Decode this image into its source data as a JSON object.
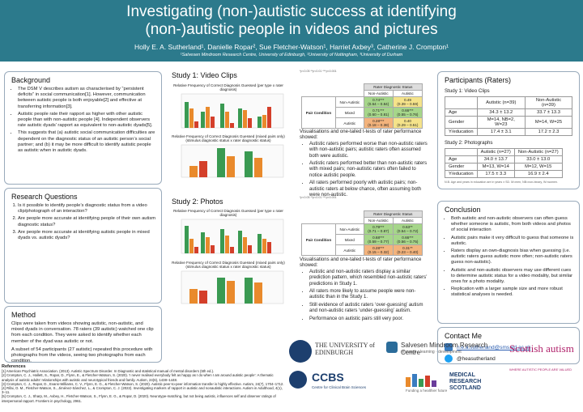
{
  "header": {
    "title_line1": "Investigating (non-)autistic success at identifying",
    "title_line2": "(non-)autistic people in videos and pictures",
    "authors": "Holly E. A. Sutherland¹, Danielle Ropar², Sue Fletcher-Watson¹, Harriet Axbey³, Catherine J. Crompton¹",
    "affiliations": "¹Salvesen Mindroom Research Centre, University of Edinburgh, ²University of Nottingham, ³University of Durham"
  },
  "background": {
    "title": "Background",
    "bullets": [
      "The DSM V describes autism as characterised by “persistent deficits” in social communication[1]. However, communication between autistic people is both enjoyable[2] and effective at transferring information[3].",
      "Autistic people rate their rapport as higher with other autistic people than with non-autistic people [4]. Independent observers rate autistic dyads’ rapport as equivalent to non-autistic dyads[5].",
      "This suggests that (a) autistic social communication difficulties are dependent on the diagnostic status of an autistic person’s social partner; and (b) it may be more difficult to identify autistic people as autistic when in autistic dyads."
    ]
  },
  "research_questions": {
    "title": "Research Questions",
    "items": [
      "Is it possible to identify people’s diagnostic status from a video clip/photograph of an interaction?",
      "Are people more accurate at identifying people of their own autism diagnostic status?",
      "Are people more accurate at identifying autistic people in mixed dyads vs. autistic dyads?"
    ]
  },
  "method": {
    "title": "Method",
    "paragraphs": [
      "Clips were taken from videos showing autistic, non-autistic, and mixed dyads in conversation. 78 raters (39 autistic) watched one clip from each condition. They were asked to identify whether each member of the dyad was autistic or not.",
      "A subset of 54 participants (27 autistic) repeated this procedure with photographs from the videos, seeing two photographs from each condition."
    ]
  },
  "references": {
    "title": "References",
    "items": [
      "[1] American Psychiatric Association. (2013). Autistic Spectrum Disorder. In Diagnostic and statistical manual of mental disorders (5th ed.).",
      "[2] Crompton, C. J., Hallett, S., Ropar, D., Flynn, E., & Fletcher-Watson, S. (2020). ‘I never realised everybody felt as happy as I do when I am around autistic people’: A thematic analysis of autistic adults’ relationships with autistic and neurotypical friends and family. Autism, 24(6), 1438–1448.",
      "[3] Crompton, C. J., Ropar, D., Evans-Williams, C. V., Flynn, E. G., & Fletcher-Watson, S. (2020). Autistic peer-to-peer information transfer is highly effective. Autism, 24(7), 1704–1712.",
      "[4] Rifai, O. M., Fletcher-Watson, S., Jiménez-Sánchez, L., & Crompton, C. J. (2022). Investigating markers of rapport in autistic and nonautistic interactions. Autism in Adulthood, 4(1), 3–11.",
      "[5] Crompton, C. J., Sharp, M., Axbey, H., Fletcher-Watson, S., Flynn, E. G., & Ropar, D. (2020). Neurotype-matching, but not being autistic, influences self and observer ratings of interpersonal rapport. Frontiers in psychology, 2961."
    ]
  },
  "study1": {
    "title": "Study 1: Video Clips",
    "chart1_title": "Relative Frequency of Correct Diagnosis Guessed (per type x rater diagnosis)",
    "chart2_title": "Relative Frequency of Correct Diagnosis Guessed (mixed pairs only) (stimulus diagnostic status x rater diagnostic status)",
    "note": "*p<0.05 **p<0.01 ***p<0.001",
    "table_header": "Rater Diagnostic Status",
    "table_cols": [
      "Non-Autistic",
      "Autistic"
    ],
    "table_group": "Pair Condition",
    "table_rows": [
      {
        "label": "Non-Autistic",
        "c1": "0.74***",
        "c1b": "(0.64 – 0.84)",
        "c2": "0.49",
        "c2b": "(0.39 – 0.59)"
      },
      {
        "label": "Mixed",
        "c1": "0.71***",
        "c1b": "(0.60 – 0.81)",
        "c2": "0.66***",
        "c2b": "(0.55 – 0.76)"
      },
      {
        "label": "Autistic",
        "c1": "0.28***",
        "c1b": "(0.18 – 0.38)",
        "c2": "0.40",
        "c2b": "(0.29 – 0.51)"
      }
    ],
    "intro": "Visualisations and one-tailed t-tests of rater performance showed:",
    "bullets": [
      "Autistic raters performed worse than non-autistic raters with non-autistic pairs; autistic raters often assumed both were autistic.",
      "Autistic raters performed better than non-autistic raters with mixed pairs; non-autistic raters often failed to notice autistic people.",
      "All raters performed poorly with autistic pairs; non-autistic raters at below chance, often assuming both were non-autistic."
    ]
  },
  "study2": {
    "title": "Study 2: Photos",
    "chart1_title": "Relative Frequency of Correct Diagnosis Guessed (per type x rater diagnosis)",
    "chart2_title": "Relative Frequency of Correct Diagnosis Guessed (mixed pairs only) (stimulus diagnostic status x rater diagnostic status)",
    "note": "*p<0.05 **p<0.01 ***p<0.001",
    "table_header": "Rater Diagnostic Status",
    "table_cols": [
      "Non-Autistic",
      "Autistic"
    ],
    "table_group": "Pair Condition",
    "table_rows": [
      {
        "label": "Non-Autistic",
        "c1": "0.79***",
        "c1b": "(0.71 – 0.87)",
        "c2": "0.63**",
        "c2b": "(0.54 – 0.72)"
      },
      {
        "label": "Mixed",
        "c1": "0.68***",
        "c1b": "(0.59 – 0.77)",
        "c2": "0.66***",
        "c2b": "(0.56 – 0.75)"
      },
      {
        "label": "Autistic",
        "c1": "0.28***",
        "c1b": "(0.15 – 0.32)",
        "c2": "0.31**",
        "c2b": "(0.23 – 0.40)"
      }
    ],
    "intro": "Visualisations and one-tailed t-tests of rater performance showed:",
    "bullets": [
      "Autistic and non-autistic raters display a similar prediction pattern, which resembled non-autistic raters’ predictions in Study 1.",
      "All raters more likely to assume people were non-autistic than in the Study 1.",
      "Still evidence of autistic raters ‘over-guessing’ autism and non-autistic raters ‘under-guessing’ autism.",
      "Performance on autistic pairs still very poor."
    ]
  },
  "participants": {
    "title": "Participants (Raters)",
    "s1_title": "Study 1: Video Clips",
    "s1_cols": [
      "",
      "Autistic (n=39)",
      "Non-Autistic (n=39)"
    ],
    "s1_rows": [
      [
        "Age",
        "34.3 ± 13.2",
        "33.7 ± 13.3"
      ],
      [
        "Gender",
        "M=14, NB=2, W=23",
        "M=14, W=25"
      ],
      [
        "Y/education",
        "17.4 ± 3.1",
        "17.2 ± 2.3"
      ]
    ],
    "s2_title": "Study 2: Photographs",
    "s2_cols": [
      "",
      "Autistic (n=27)",
      "Non-Autistic (n=27)"
    ],
    "s2_rows": [
      [
        "Age",
        "34.0 ± 13.7",
        "33.0 ± 13.0"
      ],
      [
        "Gender",
        "M=13, W=14",
        "M=12, W=15"
      ],
      [
        "Y/education",
        "17.5 ± 3.3",
        "16.9 ± 2.4"
      ]
    ],
    "note": "N.B. Age and years in education are in years ± SD. M=men, NB=non-binary, W=women."
  },
  "conclusion": {
    "title": "Conclusion",
    "bullets": [
      "Both autistic and non-autistic observers can often guess whether someone is autistic, from both videos and photos of social interaction",
      "Autistic pairs make it very difficult to guess that someone is autistic.",
      "Raters display an own-diagnosis bias when guessing (i.e. autistic raters guess autistic more often; non-autistic raters guess non-autistic).",
      "Autistic and non-autistic observers may use different cues to determine autistic status for a video modality, but similar ones for a photo modality.",
      "Replication with a larger sample size and more robust statistical analyses is needed."
    ]
  },
  "contact": {
    "title": "Contact Me",
    "email": "h.e.a.sutherland@sms.ed.ac.uk",
    "twitter": "@heasutherland"
  },
  "logos": {
    "edinburgh": "THE UNIVERSITY of EDINBURGH",
    "salvesen": "Salvesen Mindroom Research Centre",
    "salvesen_tag": "research · learning · development",
    "scottish_autism": "Scottish autism",
    "scottish_autism_tag": "WHERE AUTISTIC PEOPLE ARE VALUED",
    "ccbs": "CCBS",
    "ccbs_sub": "Centre for Clinical Brain Sciences",
    "mrs": "MEDICAL RESEARCH SCOTLAND",
    "mrs_tag": "Funding a healthier future"
  },
  "colors": {
    "header": "#2c7a8c",
    "green": "#3a9a52",
    "orange": "#e98a2c",
    "red": "#d43f2a",
    "cell_green": "#a6d68a",
    "cell_yellow": "#f5e38a",
    "cell_orange": "#f3b37c"
  }
}
